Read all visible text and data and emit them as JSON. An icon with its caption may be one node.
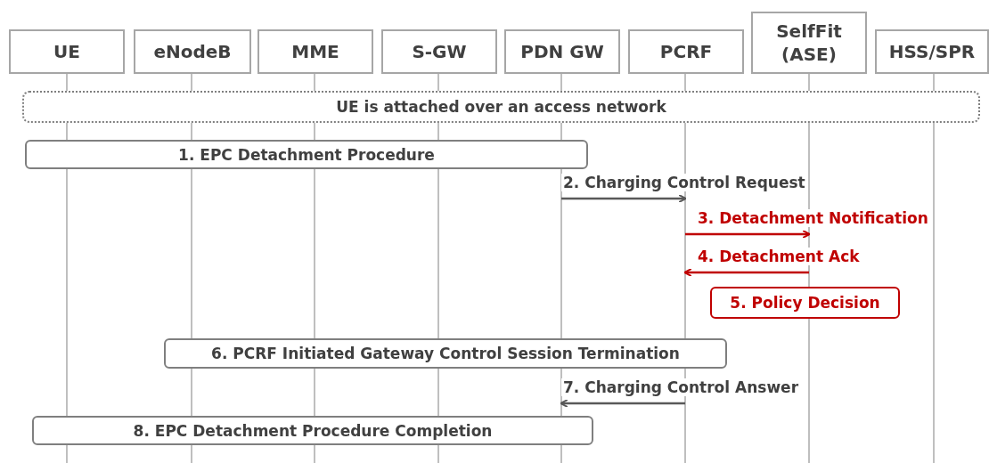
{
  "diagram": {
    "nodes": [
      {
        "text": [
          "UE"
        ]
      },
      {
        "text": [
          "eNodeB"
        ]
      },
      {
        "text": [
          "MME"
        ]
      },
      {
        "text": [
          "S-GW"
        ]
      },
      {
        "text": [
          "PDN GW"
        ]
      },
      {
        "text": [
          "PCRF"
        ]
      },
      {
        "text": [
          "SelfFit (ASE)"
        ]
      },
      {
        "text": [
          "HSS/SPR"
        ]
      },
      {
        "text": [
          "UE is attached over an access network"
        ]
      },
      {
        "text": [
          "1. EPC Detachment Procedure"
        ]
      },
      {
        "text": [
          "5. Policy Decision"
        ]
      },
      {
        "text": [
          "6. PCRF Initiated Gateway Control Session Termination"
        ]
      },
      {
        "text": [
          "8. EPC Detachment Procedure Completion"
        ]
      }
    ],
    "edges": [
      {
        "from": 4,
        "to": 5,
        "arrow": "to",
        "label": "2. Charging Control Request"
      },
      {
        "from": 5,
        "to": 6,
        "arrow": "to",
        "label": "3. Detachment Notification",
        "color": "#c00000"
      },
      {
        "from": 6,
        "to": 5,
        "arrow": "to",
        "label": "4. Detachment Ack",
        "color": "#c00000"
      },
      {
        "from": 5,
        "to": 4,
        "arrow": "to",
        "label": "7. Charging Control Answer"
      }
    ]
  }
}
